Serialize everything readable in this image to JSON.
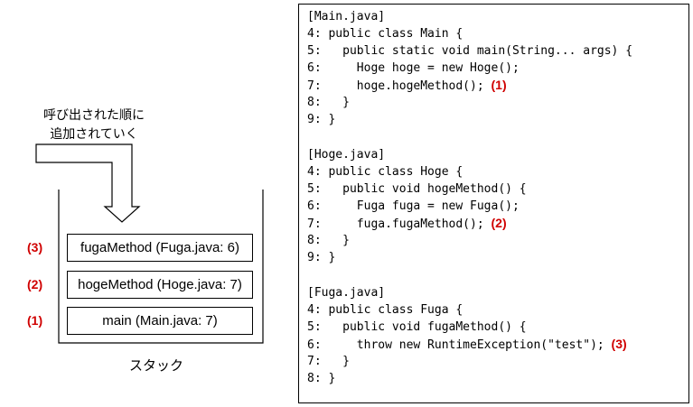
{
  "stack": {
    "caption_lines": [
      "呼び出された順に",
      "追加されていく"
    ],
    "label": "スタック",
    "frames": [
      {
        "num": "(3)",
        "text": "fugaMethod (Fuga.java: 6)"
      },
      {
        "num": "(2)",
        "text": "hogeMethod (Hoge.java: 7)"
      },
      {
        "num": "(1)",
        "text": "main (Main.java: 7)"
      }
    ]
  },
  "code": {
    "blocks": [
      {
        "lines": [
          {
            "text": "[Main.java]",
            "mark": ""
          },
          {
            "text": "4: public class Main {",
            "mark": ""
          },
          {
            "text": "5:   public static void main(String... args) {",
            "mark": ""
          },
          {
            "text": "6:     Hoge hoge = new Hoge();",
            "mark": ""
          },
          {
            "text": "7:     hoge.hogeMethod(); ",
            "mark": "(1)"
          },
          {
            "text": "8:   }",
            "mark": ""
          },
          {
            "text": "9: }",
            "mark": ""
          }
        ]
      },
      {
        "lines": [
          {
            "text": "[Hoge.java]",
            "mark": ""
          },
          {
            "text": "4: public class Hoge {",
            "mark": ""
          },
          {
            "text": "5:   public void hogeMethod() {",
            "mark": ""
          },
          {
            "text": "6:     Fuga fuga = new Fuga();",
            "mark": ""
          },
          {
            "text": "7:     fuga.fugaMethod(); ",
            "mark": "(2)"
          },
          {
            "text": "8:   }",
            "mark": ""
          },
          {
            "text": "9: }",
            "mark": ""
          }
        ]
      },
      {
        "lines": [
          {
            "text": "[Fuga.java]",
            "mark": ""
          },
          {
            "text": "4: public class Fuga {",
            "mark": ""
          },
          {
            "text": "5:   public void fugaMethod() {",
            "mark": ""
          },
          {
            "text": "6:     throw new RuntimeException(\"test\"); ",
            "mark": "(3)"
          },
          {
            "text": "7:   }",
            "mark": ""
          },
          {
            "text": "8: }",
            "mark": ""
          }
        ]
      }
    ]
  },
  "colors": {
    "marker": "#d00000",
    "line": "#000000"
  }
}
